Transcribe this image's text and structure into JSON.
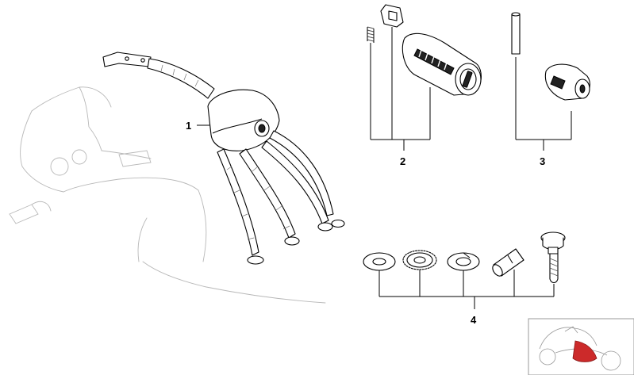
{
  "callouts": [
    {
      "id": "1",
      "label": "1"
    },
    {
      "id": "2",
      "label": "2"
    },
    {
      "id": "3",
      "label": "3"
    },
    {
      "id": "4",
      "label": "4"
    }
  ],
  "colors": {
    "ink": "#000000",
    "ghost": "#b8b8b8",
    "background": "#ffffff"
  }
}
